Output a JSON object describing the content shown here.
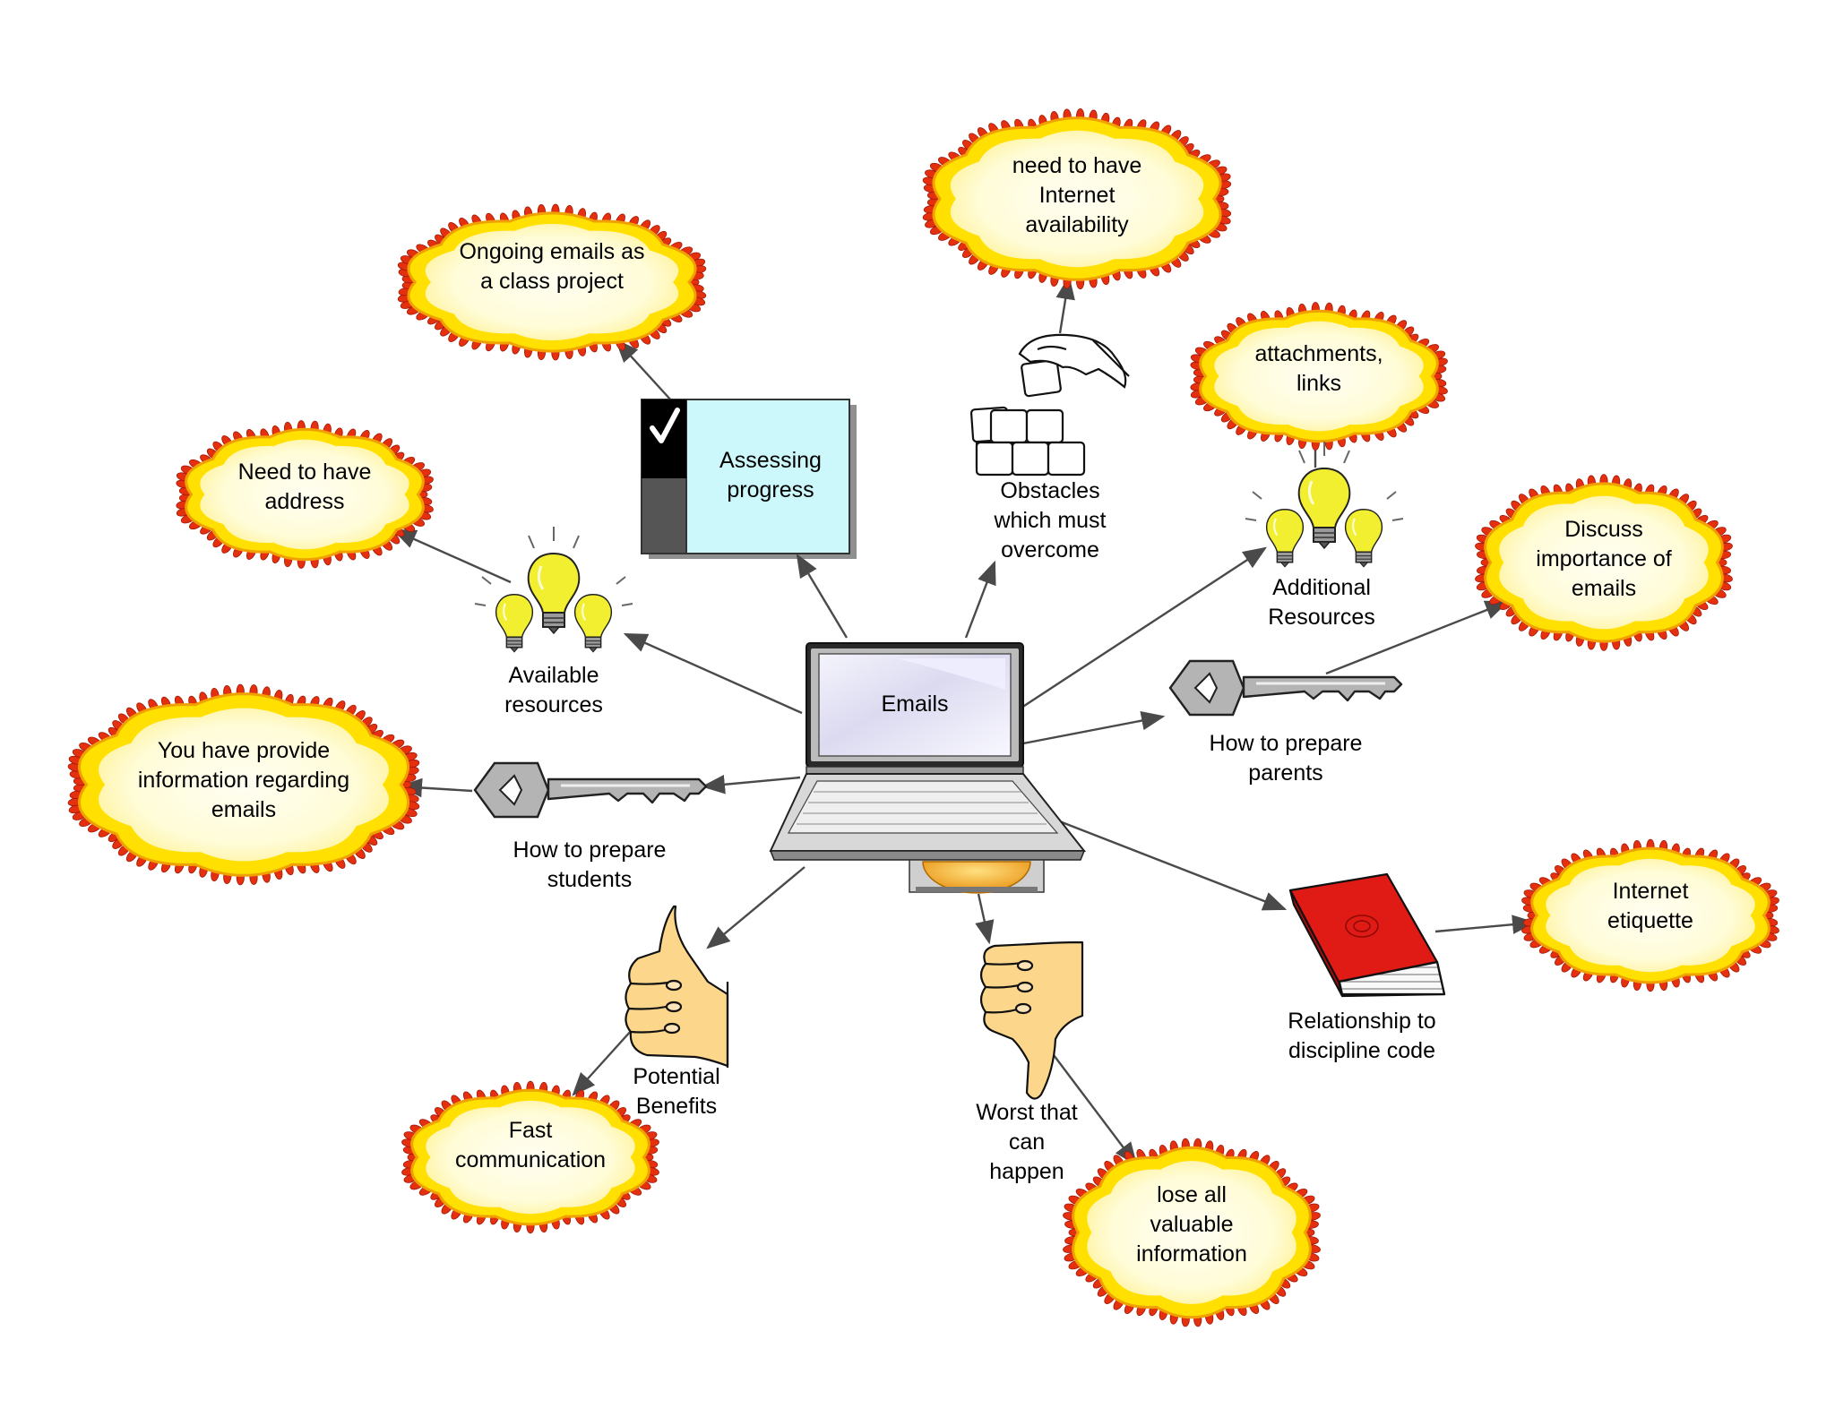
{
  "center": {
    "label": "Emails"
  },
  "nodes": {
    "assessing_progress": {
      "label": [
        "Assessing",
        "progress"
      ]
    },
    "obstacles": {
      "label": [
        "Obstacles",
        "which must",
        "overcome"
      ]
    },
    "additional_resources": {
      "label": [
        "Additional",
        "Resources"
      ]
    },
    "available_resources": {
      "label": [
        "Available",
        "resources"
      ]
    },
    "prepare_students": {
      "label": [
        "How to prepare",
        "students"
      ]
    },
    "prepare_parents": {
      "label": [
        "How to prepare",
        "parents"
      ]
    },
    "potential_benefits": {
      "label": [
        "Potential",
        "Benefits"
      ]
    },
    "worst_case": {
      "label": [
        "Worst that",
        "can",
        "happen"
      ]
    },
    "discipline_code": {
      "label": [
        "Relationship to",
        "discipline code"
      ]
    }
  },
  "clouds": {
    "class_project": {
      "label": [
        "Ongoing emails as",
        "a class project"
      ]
    },
    "internet_availability": {
      "label": [
        "need to have",
        "Internet",
        "availability"
      ]
    },
    "attachments": {
      "label": [
        "attachments,",
        "links"
      ]
    },
    "need_address": {
      "label": [
        "Need to have",
        "address"
      ]
    },
    "discuss_importance": {
      "label": [
        "Discuss",
        "importance of",
        "emails"
      ]
    },
    "provide_information": {
      "label": [
        "You have provide",
        "information regarding",
        "emails"
      ]
    },
    "fast_communication": {
      "label": [
        "Fast",
        "communication"
      ]
    },
    "lose_information": {
      "label": [
        "lose all",
        "valuable",
        "information"
      ]
    },
    "internet_etiquette": {
      "label": [
        "Internet",
        "etiquette"
      ]
    }
  },
  "colors": {
    "cloud_fill": "#fffde0",
    "cloud_glow": "#ffe000",
    "cloud_fringe": "#e53010",
    "screen_panel": "#ccf8fc",
    "book_red": "#e01a14",
    "bulb_yellow": "#f2ee30",
    "hand_skin": "#fcd68a",
    "key_gray": "#b4b4b4",
    "disc_gold": "#f5a818"
  }
}
